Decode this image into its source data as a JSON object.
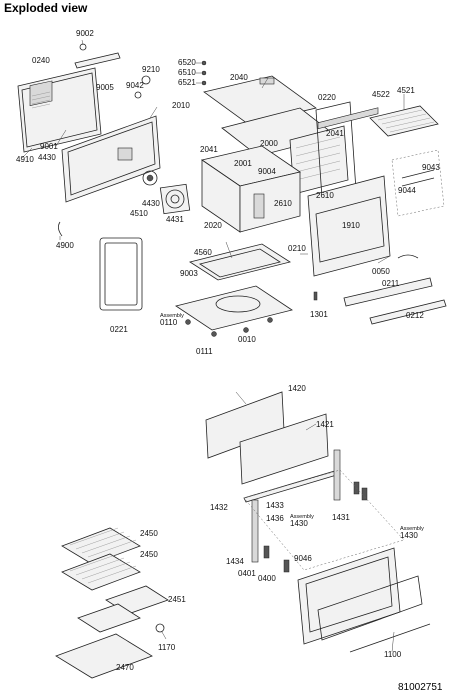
{
  "page": {
    "title": "Exploded view",
    "document_number": "81002751"
  },
  "upper_assembly": {
    "labels": [
      "9002",
      "0240",
      "9005",
      "9210",
      "9042",
      "2010",
      "6520",
      "6510",
      "6521",
      "2040",
      "0220",
      "4522",
      "4521",
      "9001",
      "4430",
      "4910",
      "2041",
      "2000",
      "2041",
      "2001",
      "9043",
      "9004",
      "4430",
      "2610",
      "2610",
      "9044",
      "4510",
      "4431",
      "2020",
      "1910",
      "4560",
      "0210",
      "4900",
      "9003",
      "0221",
      "0050",
      "0211",
      "1301",
      "0212",
      "0110",
      "0010",
      "0111"
    ],
    "assembly_tag": "Assembly"
  },
  "door_assembly": {
    "labels": [
      "1420",
      "1421",
      "1432",
      "1433",
      "1436",
      "1430",
      "1431",
      "1430",
      "1434",
      "9046",
      "0401",
      "0400",
      "1100"
    ],
    "assembly_tags": [
      "Assembly",
      "Assembly"
    ]
  },
  "racks": {
    "labels": [
      "2450",
      "2450",
      "2451",
      "1170",
      "2470"
    ]
  }
}
